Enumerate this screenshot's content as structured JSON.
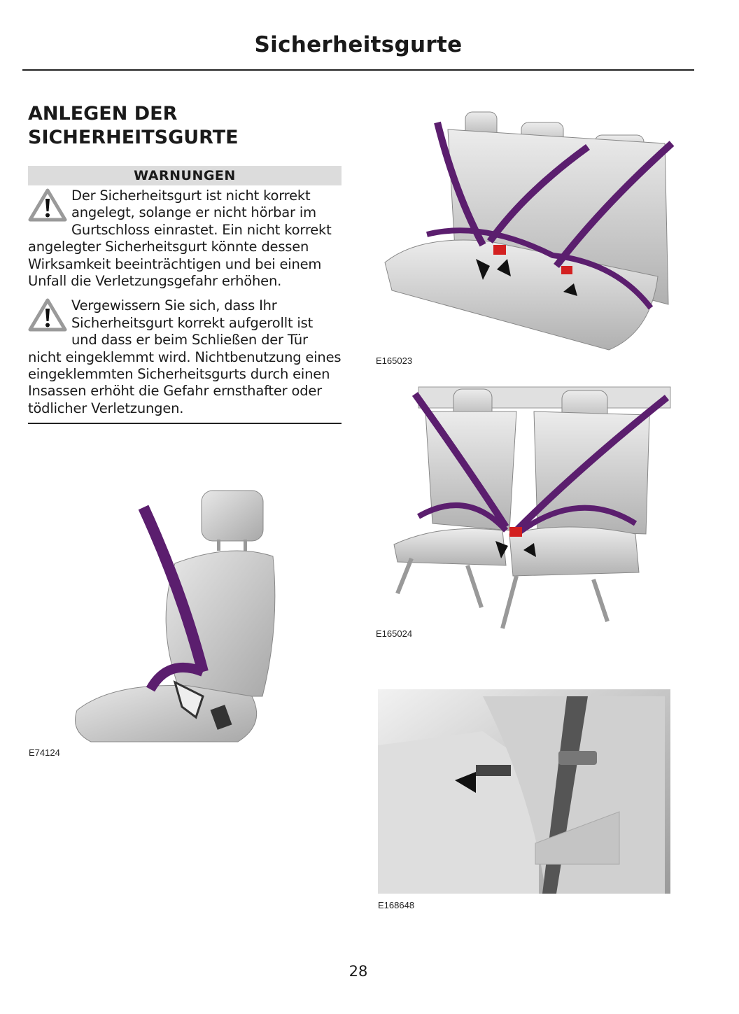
{
  "header": {
    "title": "Sicherheitsgurte"
  },
  "section": {
    "heading": "ANLEGEN DER SICHERHEITSGURTE"
  },
  "warnings": {
    "title": "WARNUNGEN",
    "items": [
      {
        "icon": "warning-triangle-icon",
        "text": "Der Sicherheitsgurt ist nicht korrekt angelegt, solange er nicht hörbar im Gurtschloss einrastet. Ein nicht korrekt angelegter Sicherheitsgurt könnte dessen Wirksamkeit beeinträchtigen und bei einem Unfall die Verletzungsgefahr erhöhen."
      },
      {
        "icon": "warning-triangle-icon",
        "text": "Vergewissern Sie sich, dass Ihr Sicherheitsgurt korrekt aufgerollt ist und dass er beim Schließen der Tür nicht eingeklemmt wird. Nichtbenutzung eines eingeklemmten Sicherheitsgurts durch einen Insassen erhöht die Gefahr ernsthafter oder tödlicher Verletzungen."
      }
    ]
  },
  "figures": [
    {
      "label": "E74124"
    },
    {
      "label": "E165023"
    },
    {
      "label": "E165024"
    },
    {
      "label": "E168648"
    }
  ],
  "colors": {
    "belt": "#5b1e6e",
    "buckle": "#d32020",
    "seat": "#cfcfcf"
  },
  "footer": {
    "page_number": "28"
  }
}
